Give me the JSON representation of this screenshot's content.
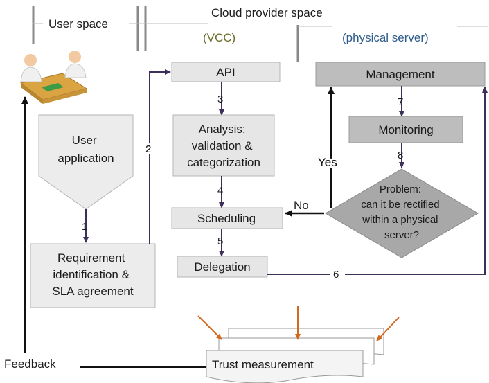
{
  "headers": {
    "user_space": "User space",
    "cloud_provider_space": "Cloud provider space",
    "vcc": "(VCC)",
    "physical_server": "(physical server)"
  },
  "nodes": {
    "user_application": [
      "User",
      "application"
    ],
    "requirement": [
      "Requirement",
      "identification &",
      "SLA agreement"
    ],
    "api": "API",
    "analysis": [
      "Analysis:",
      "validation &",
      "categorization"
    ],
    "scheduling": "Scheduling",
    "delegation": "Delegation",
    "management": "Management",
    "monitoring": "Monitoring",
    "problem": [
      "Problem:",
      "can it be rectified",
      "within a physical",
      "server?"
    ],
    "trust_measurement": "Trust measurement",
    "feedback": "Feedback"
  },
  "edges": {
    "e1": "1",
    "e2": "2",
    "e3": "3",
    "e4": "4",
    "e5": "5",
    "e6": "6",
    "e7": "7",
    "e8": "8",
    "yes": "Yes",
    "no": "No"
  },
  "colors": {
    "box_light": "#e6e6e6",
    "box_dark": "#bdbdbd",
    "flow_arrow": "#3d2f5a",
    "orange_arrow": "#d2691e",
    "vcc_text": "#6b6b2a",
    "physical_text": "#2e5c8a"
  },
  "icons": {
    "users_meeting": "two-people-at-table-icon"
  }
}
